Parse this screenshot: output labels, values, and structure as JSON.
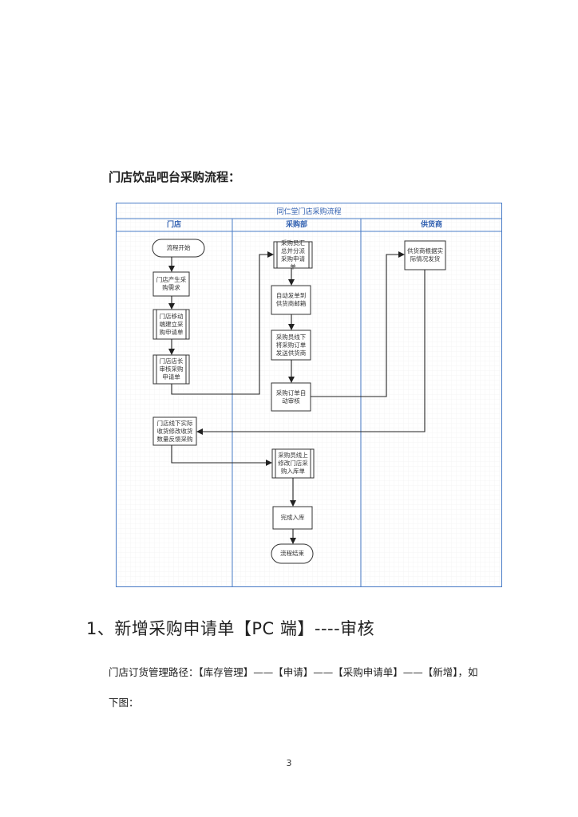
{
  "section_heading": "门店饮品吧台采购流程：",
  "flowchart": {
    "title": "同仁堂门店采购流程",
    "lanes": [
      "门店",
      "采购部",
      "供货商"
    ],
    "nodes": {
      "start": "流程开始",
      "need": "门店产生采购需求",
      "create": "门店移动端建立采购申请单",
      "approve": "门店店长审核采购申请单",
      "summary": "采购员汇总并分派采购申请单",
      "email": "自动发单到供货商邮箱",
      "offline": "采购员线下将采购订单发送供货商",
      "autoapprove": "采购订单自动审核",
      "supplier": "供货商根据实际情况发货",
      "receive": "门店线下实际收货修改收货数量反馈采购",
      "inbound": "采购员线上修改门店采购入库单",
      "complete": "完成入库",
      "end": "流程结束"
    }
  },
  "doc_heading": "1、新增采购申请单【PC 端】----审核",
  "body_line1": "门店订货管理路径：【库存管理】——【申请】——【采购申请单】——【新增】，如",
  "body_line2": "下图：",
  "page_number": "3",
  "colors": {
    "accent": "#4a7cc7",
    "line": "#222222"
  }
}
